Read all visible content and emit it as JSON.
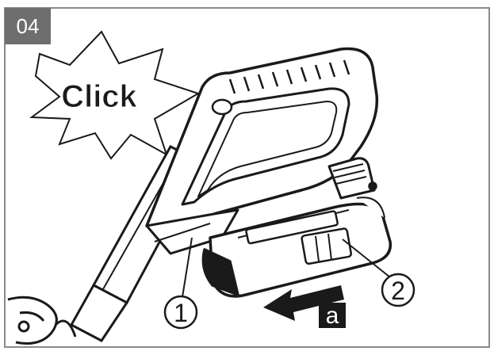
{
  "step": {
    "number": "04"
  },
  "burst": {
    "text": "Click"
  },
  "callouts": [
    {
      "label": "1"
    },
    {
      "label": "2"
    }
  ],
  "direction": {
    "label": "a"
  },
  "colors": {
    "badge": "#6e6e6e",
    "ink": "#1a1a1a",
    "frame": "#8a8a8a"
  }
}
